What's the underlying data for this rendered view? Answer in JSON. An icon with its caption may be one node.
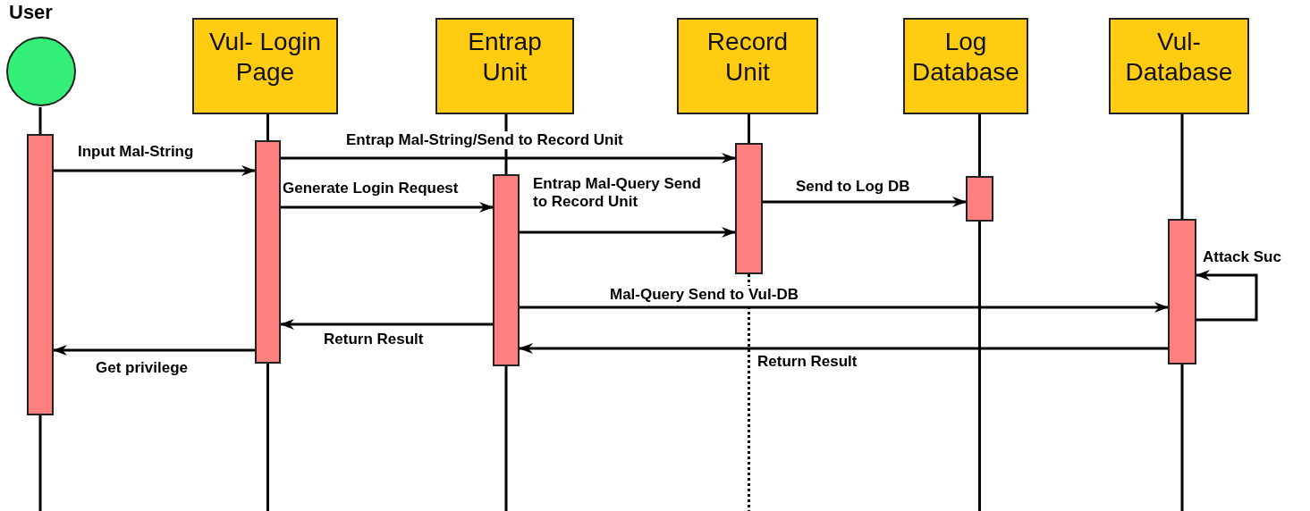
{
  "diagram": {
    "nodes": [
      {
        "text": [
          "User"
        ]
      },
      {
        "text": [
          "Vul- Login Page"
        ]
      },
      {
        "text": [
          "Entrap Unit"
        ]
      },
      {
        "text": [
          "Record Unit"
        ]
      },
      {
        "text": [
          "Log Database"
        ]
      },
      {
        "text": [
          "Vul- Database"
        ]
      },
      {
        "text": [],
        "shape": "bar"
      },
      {
        "text": [],
        "shape": "bar"
      },
      {
        "text": [],
        "shape": "bar"
      },
      {
        "text": [],
        "shape": "bar"
      },
      {
        "text": [],
        "shape": "bar"
      },
      {
        "text": [],
        "shape": "bar"
      }
    ],
    "edges": [
      {
        "from": 0,
        "to": 6,
        "arrow": "none"
      },
      {
        "from": 1,
        "to": 7,
        "arrow": "none"
      },
      {
        "from": 2,
        "to": 8,
        "arrow": "none"
      },
      {
        "from": 3,
        "to": 9,
        "arrow": "none"
      },
      {
        "from": 4,
        "to": 10,
        "arrow": "none"
      },
      {
        "from": 5,
        "to": 11,
        "arrow": "none"
      },
      {
        "from": 6,
        "to": 7,
        "arrow": "to",
        "label": "Input Mal-String"
      },
      {
        "from": 7,
        "to": 9,
        "arrow": "to",
        "label": "Entrap Mal-String/Send to Record Unit"
      },
      {
        "from": 7,
        "to": 8,
        "arrow": "to",
        "label": "Generate Login Request"
      },
      {
        "from": 9,
        "to": 10,
        "arrow": "to",
        "label": "Send to Log DB"
      },
      {
        "from": 8,
        "to": 9,
        "arrow": "to",
        "label": "Entrap Mal-Query Send to Record Unit"
      },
      {
        "from": 11,
        "to": 11,
        "arrow": "to",
        "label": "Attack Suc"
      },
      {
        "from": 8,
        "to": 11,
        "arrow": "to",
        "label": "Mal-Query Send to Vul-DB"
      },
      {
        "from": 8,
        "to": 7,
        "arrow": "to",
        "label": "Return Result"
      },
      {
        "from": 11,
        "to": 8,
        "arrow": "to",
        "label": "Return Result"
      },
      {
        "from": 7,
        "to": 6,
        "arrow": "to",
        "label": "Get privilege"
      }
    ]
  }
}
